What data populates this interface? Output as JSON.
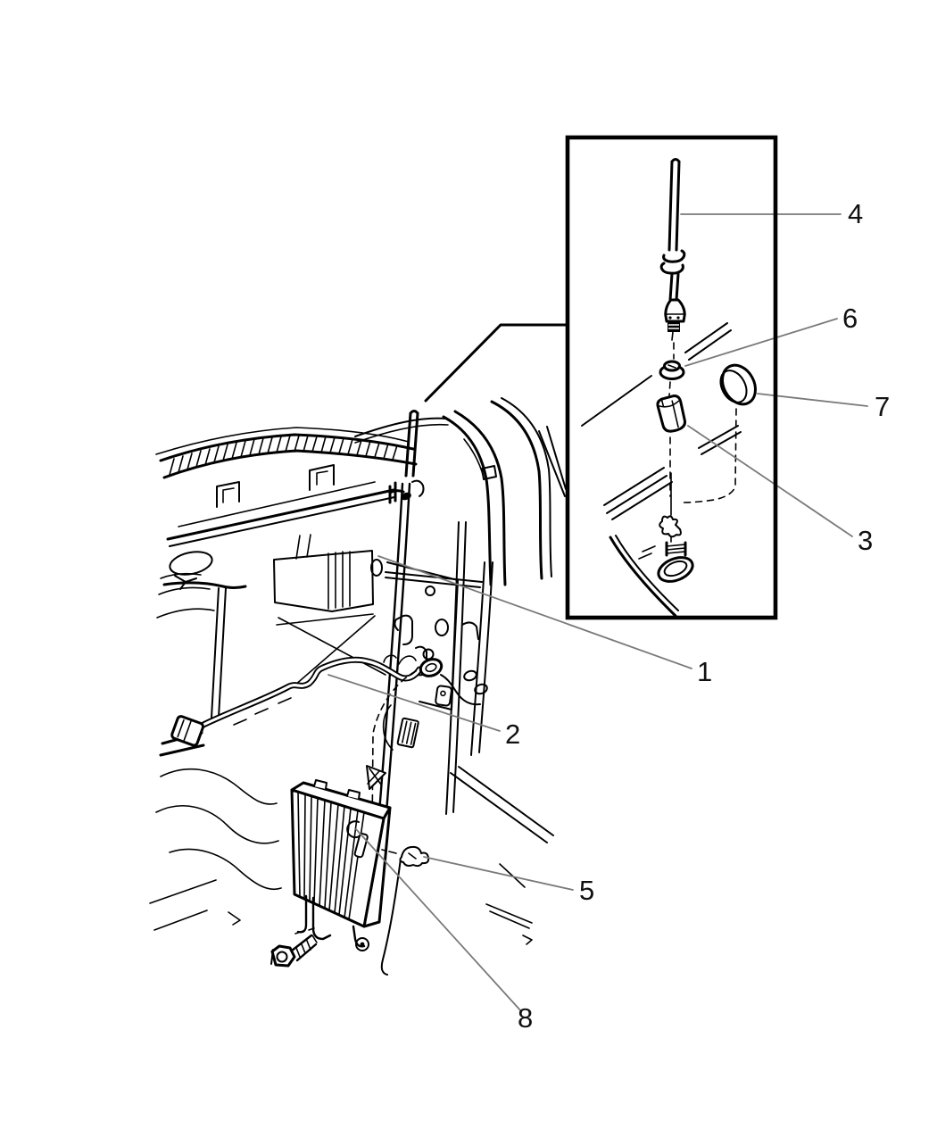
{
  "figure": {
    "background": "#ffffff",
    "line_color": "#000000",
    "leader_color": "#7a7a7a",
    "label_color": "#111111",
    "callouts": [
      {
        "label": "1"
      },
      {
        "label": "2"
      },
      {
        "label": "3"
      },
      {
        "label": "4"
      },
      {
        "label": "5"
      },
      {
        "label": "6"
      },
      {
        "label": "7"
      },
      {
        "label": "8"
      }
    ]
  }
}
